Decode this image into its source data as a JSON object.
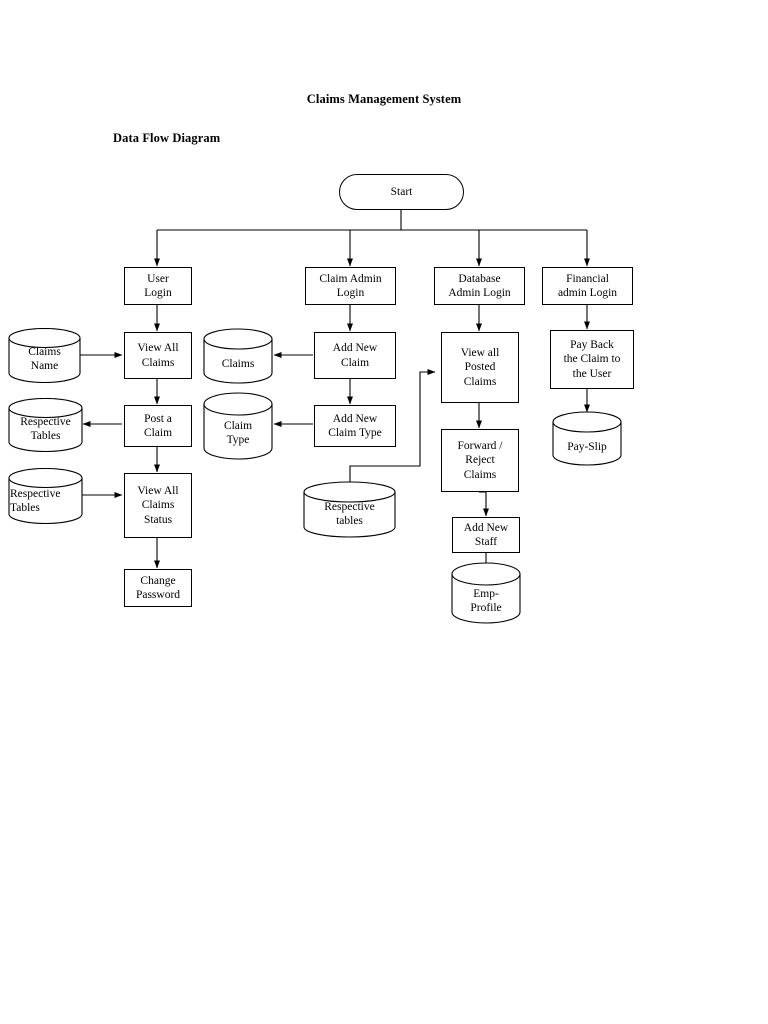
{
  "document": {
    "title": "Claims Management System",
    "subtitle": "Data Flow Diagram"
  },
  "diagram": {
    "type": "flowchart",
    "nodes": {
      "start": "Start",
      "user_login": "User\nLogin",
      "claim_admin_login": "Claim Admin\nLogin",
      "database_admin_login": "Database\nAdmin Login",
      "financial_admin_login": "Financial\nadmin Login",
      "view_all_claims": "View All\nClaims",
      "post_a_claim": "Post a\nClaim",
      "view_all_claims_status": "View All\nClaims\nStatus",
      "change_password": "Change\nPassword",
      "add_new_claim": "Add New\nClaim",
      "add_new_claim_type": "Add New\nClaim Type",
      "view_all_posted_claims": "View all\nPosted\nClaims",
      "forward_reject_claims": "Forward /\nReject\nClaims",
      "add_new_staff": "Add New\nStaff",
      "pay_back_claim": "Pay Back\nthe Claim to\nthe User"
    },
    "datastores": {
      "claims_name": "Claims\nName",
      "respective_tables_1": "Respective\nTables",
      "respective_tables_2": "Respective\nTables",
      "claims": "Claims",
      "claim_type": "Claim\nType",
      "respective_tables_3": "Respective\ntables",
      "emp_profile": "Emp-\nProfile",
      "pay_slip": "Pay-Slip"
    },
    "colors": {
      "line": "#000000",
      "fill": "#ffffff",
      "text": "#000000"
    }
  }
}
